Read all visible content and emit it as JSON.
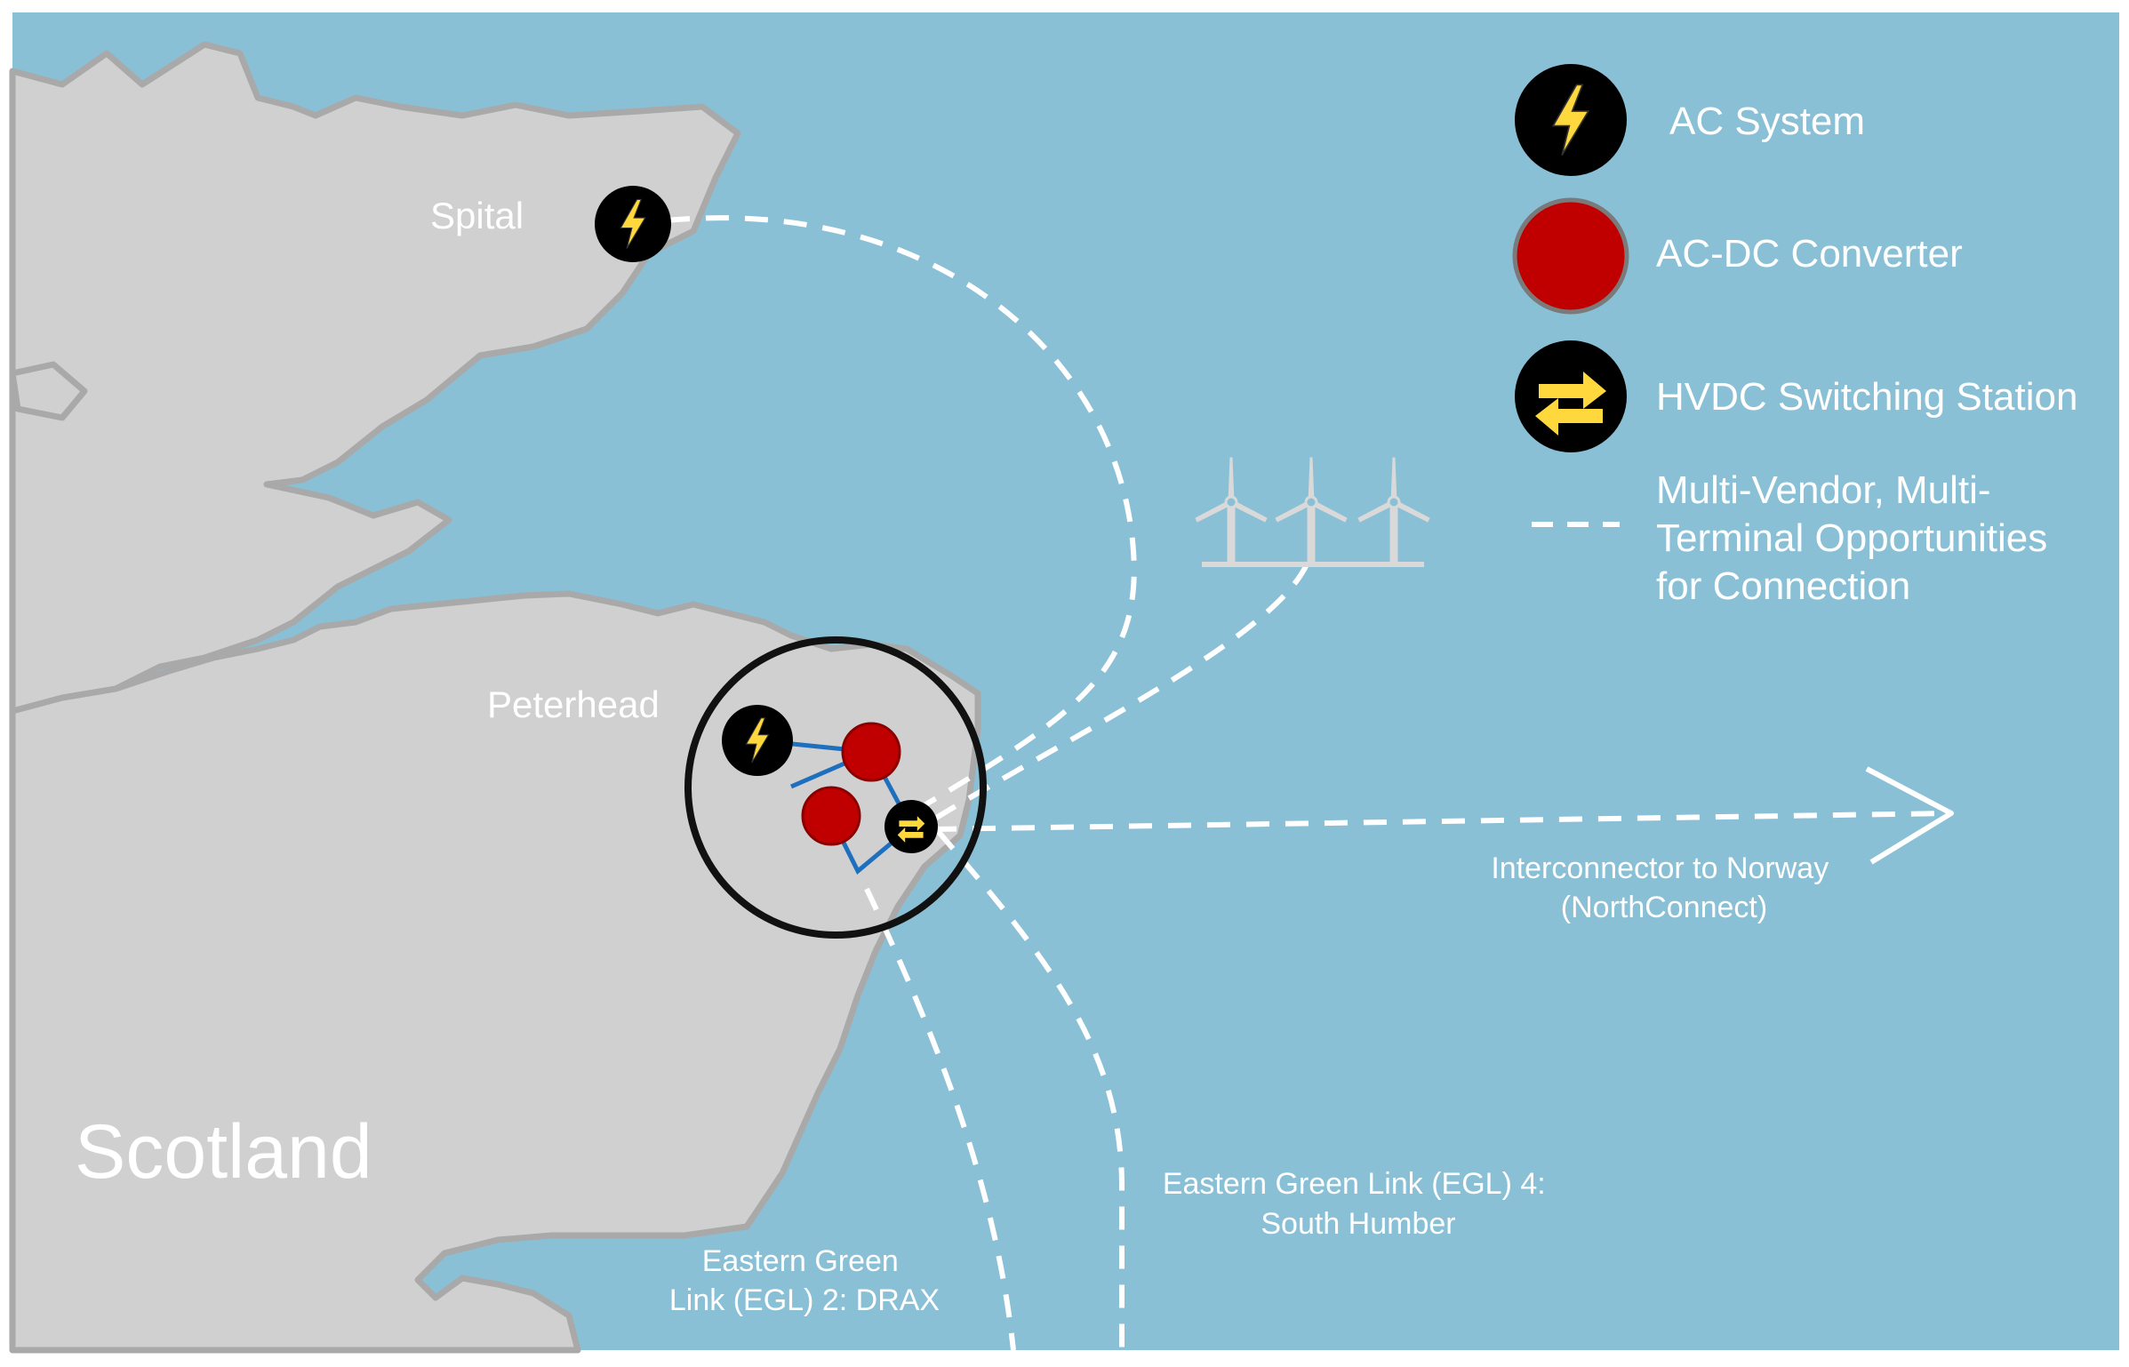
{
  "map": {
    "region_label": "Scotland",
    "places": {
      "spital": "Spital",
      "peterhead": "Peterhead"
    },
    "routes": {
      "norway_line1": "Interconnector to Norway",
      "norway_line2": "(NorthConnect)",
      "egl4_line1": "Eastern Green Link (EGL) 4:",
      "egl4_line2": "South Humber",
      "egl2_line1": "Eastern Green",
      "egl2_line2": "Link (EGL) 2: DRAX"
    },
    "colors": {
      "sea": "#89c0d6",
      "land": "#d0d0d0",
      "coast": "#a9a9a9",
      "node_dark": "#000000",
      "bolt": "#ffd83d",
      "converter": "#c00000",
      "link_blue": "#1f6fbf",
      "dashed_line": "#ffffff",
      "turbine": "#d9d9d9"
    }
  },
  "legend": {
    "ac_system": "AC System",
    "acdc_converter": "AC-DC Converter",
    "hvdc_station": "HVDC Switching Station",
    "dashed_line1": "Multi-Vendor, Multi-",
    "dashed_line2": "Terminal Opportunities",
    "dashed_line3": "for Connection"
  }
}
